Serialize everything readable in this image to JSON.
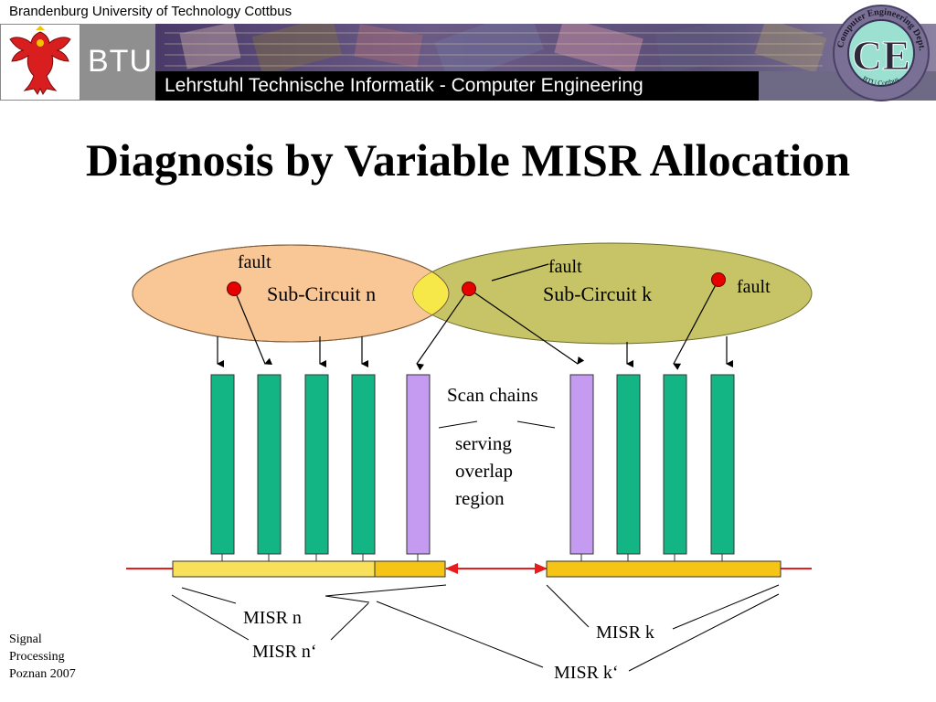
{
  "header": {
    "university": "Brandenburg University of Technology Cottbus",
    "logo_text": "BTU",
    "chair": "Lehrstuhl Technische Informatik - Computer Engineering",
    "ce_logo_text": "CE",
    "ce_ring_text_top": "Computer Engineering Dept.",
    "ce_ring_text_bottom": "BTU Cottbus"
  },
  "slide": {
    "title": "Diagnosis by Variable MISR Allocation"
  },
  "diagram": {
    "subcircuit_n": "Sub-Circuit n",
    "subcircuit_k": "Sub-Circuit k",
    "fault_left": "fault",
    "fault_middle": "fault",
    "fault_right": "fault",
    "scan_chains": "Scan chains",
    "serving_line1": "serving",
    "serving_line2": "overlap",
    "serving_line3": "region",
    "misr_n": "MISR n",
    "misr_n_prime": "MISR n‘",
    "misr_k": "MISR k",
    "misr_k_prime": "MISR k‘",
    "colors": {
      "subcircuit_n": "#f9c795",
      "subcircuit_k": "#c7c467",
      "overlap": "#f7e84a",
      "scan_chain": "#12b583",
      "overlap_chain": "#c59bf2",
      "misr_light": "#f8e05a",
      "misr_dark": "#f6c414",
      "fault": "#e60000",
      "arrow": "#e81c1c"
    }
  },
  "footer": {
    "line1": "Signal",
    "line2": "Processing",
    "line3": "Poznan 2007"
  }
}
